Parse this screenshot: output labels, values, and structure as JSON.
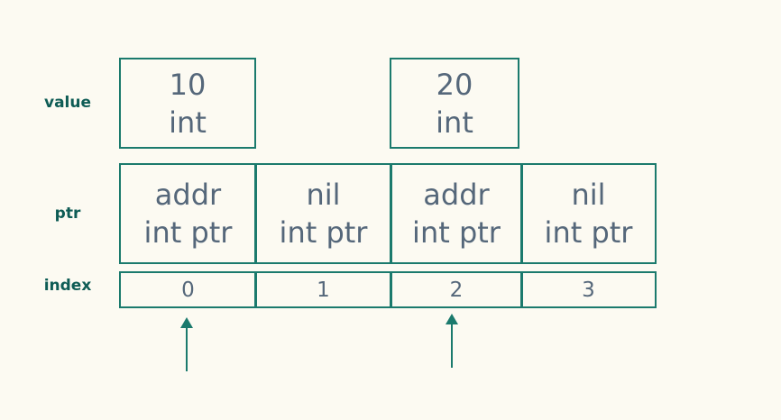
{
  "colors": {
    "background": "#fcfaf2",
    "border": "#1b7a6d",
    "label": "#0e5c55",
    "text": "#55677a"
  },
  "labels": {
    "value": "value",
    "ptr": "ptr",
    "index": "index"
  },
  "values": [
    {
      "line1": "10",
      "line2": "int"
    },
    {
      "line1": "20",
      "line2": "int"
    }
  ],
  "ptrs": [
    {
      "line1": "addr",
      "line2": "int ptr"
    },
    {
      "line1": "nil",
      "line2": "int ptr"
    },
    {
      "line1": "addr",
      "line2": "int ptr"
    },
    {
      "line1": "nil",
      "line2": "int ptr"
    }
  ],
  "indices": [
    "0",
    "1",
    "2",
    "3"
  ],
  "arrows": [
    {
      "icon": "up-arrow-icon",
      "points_to_index": 0
    },
    {
      "icon": "up-arrow-icon",
      "points_to_index": 2
    }
  ]
}
